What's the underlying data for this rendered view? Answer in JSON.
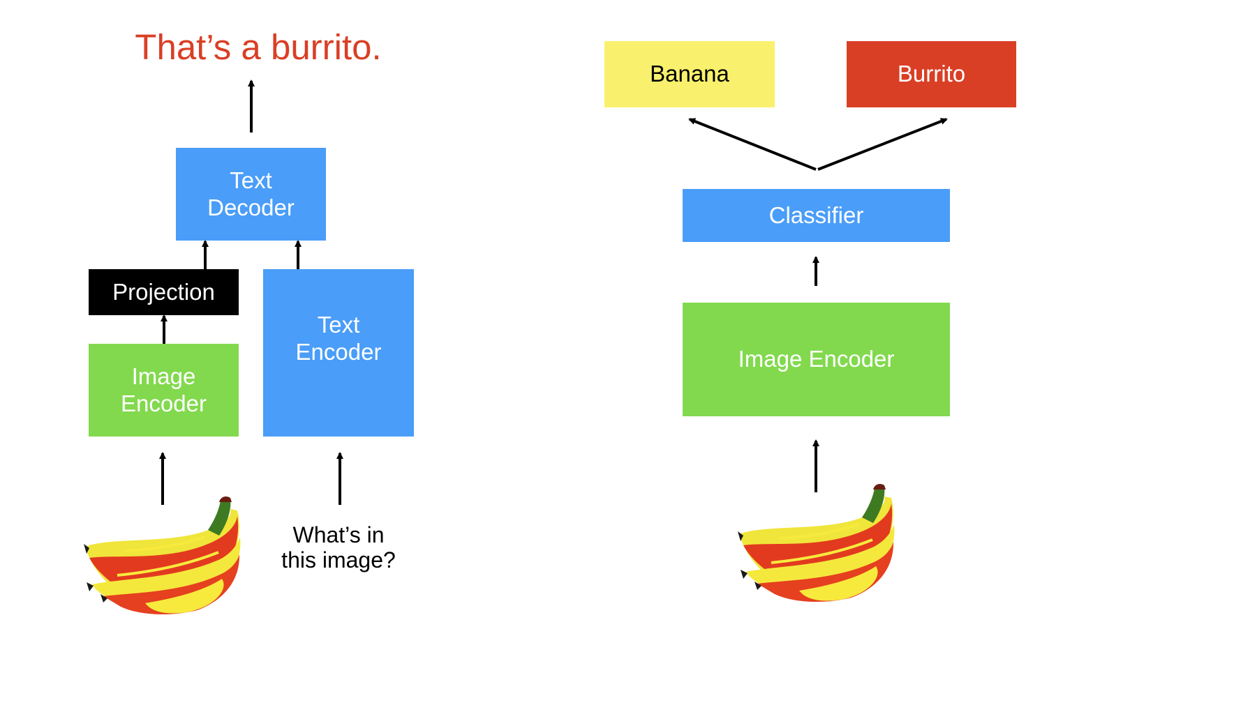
{
  "left": {
    "output_text": "That’s a burrito.",
    "text_decoder": "Text\nDecoder",
    "projection": "Projection",
    "image_encoder": "Image\nEncoder",
    "text_encoder": "Text\nEncoder",
    "question": "What’s in\nthis image?"
  },
  "right": {
    "class_banana": "Banana",
    "class_burrito": "Burrito",
    "classifier": "Classifier",
    "image_encoder": "Image Encoder"
  },
  "colors": {
    "blue": "#4a9df8",
    "green": "#82d94e",
    "black": "#000000",
    "yellow": "#f9f16d",
    "red": "#d93f25",
    "output_text": "#d93f25"
  },
  "icons": [
    "banana-bunch-image",
    "banana-bunch-image"
  ]
}
